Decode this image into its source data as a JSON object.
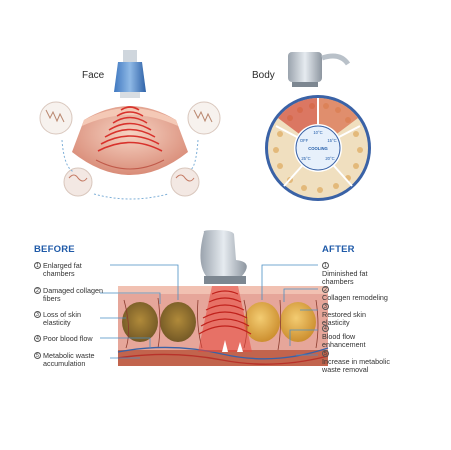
{
  "face_panel": {
    "label": "Face"
  },
  "body_panel": {
    "label": "Body",
    "ring_labels": [
      "10°C",
      "OFF",
      "15°C",
      "COOLING",
      "25°C",
      "20°C"
    ]
  },
  "before": {
    "heading": "BEFORE",
    "items": [
      {
        "num": "1",
        "text": "Enlarged fat chambers"
      },
      {
        "num": "2",
        "text": "Damaged collagen fibers"
      },
      {
        "num": "3",
        "text": "Loss of skin elasticity"
      },
      {
        "num": "4",
        "text": "Poor blood flow"
      },
      {
        "num": "5",
        "text": "Metabolic waste accumulation"
      }
    ]
  },
  "after": {
    "heading": "AFTER",
    "items": [
      {
        "num": "1",
        "text": "Diminished fat chambers"
      },
      {
        "num": "2",
        "text": "Collagen remodeling"
      },
      {
        "num": "3",
        "text": "Restored skin elasticity"
      },
      {
        "num": "4",
        "text": "Blood flow enhancement"
      },
      {
        "num": "5",
        "text": "Increase in metabolic waste removal"
      }
    ]
  },
  "colors": {
    "accent_blue": "#1f5aa8",
    "ultrasound_red": "#d8322c",
    "skin_pink": "#e9b3a2",
    "fat_yellow": "#e8a640",
    "leader_blue": "#4a8fc4"
  }
}
